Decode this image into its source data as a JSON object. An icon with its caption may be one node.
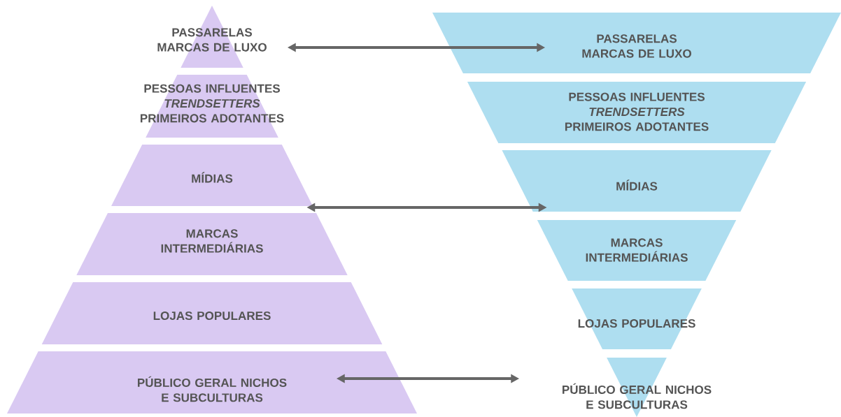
{
  "diagram": {
    "nodes": [
      {
        "text": [
          "PASSARELAS MARCAS DE LUXO"
        ]
      },
      {
        "text": [
          "PESSOAS INFLUENTES *TRENDSETTERS* PRIMEIROS ADOTANTES"
        ]
      },
      {
        "text": [
          "MÍDIAS"
        ]
      },
      {
        "text": [
          "MARCAS INTERMEDIÁRIAS"
        ]
      },
      {
        "text": [
          "LOJAS POPULARES"
        ]
      },
      {
        "text": [
          "PÚBLICO GERAL NICHOS E SUBCULTURAS"
        ]
      },
      {
        "text": [
          "PASSARELAS MARCAS DE LUXO"
        ]
      },
      {
        "text": [
          "PESSOAS INFLUENTES *TRENDSETTERS* PRIMEIROS ADOTANTES"
        ]
      },
      {
        "text": [
          "MÍDIAS"
        ]
      },
      {
        "text": [
          "MARCAS INTERMEDIÁRIAS"
        ]
      },
      {
        "text": [
          "LOJAS POPULARES"
        ]
      },
      {
        "text": [
          "PÚBLICO GERAL NICHOS E SUBCULTURAS"
        ]
      }
    ],
    "edges": [
      {
        "from": 0,
        "to": 6,
        "arrow": "both"
      },
      {
        "from": 2,
        "to": 8,
        "arrow": "both"
      },
      {
        "from": 5,
        "to": 11,
        "arrow": "both"
      }
    ]
  }
}
